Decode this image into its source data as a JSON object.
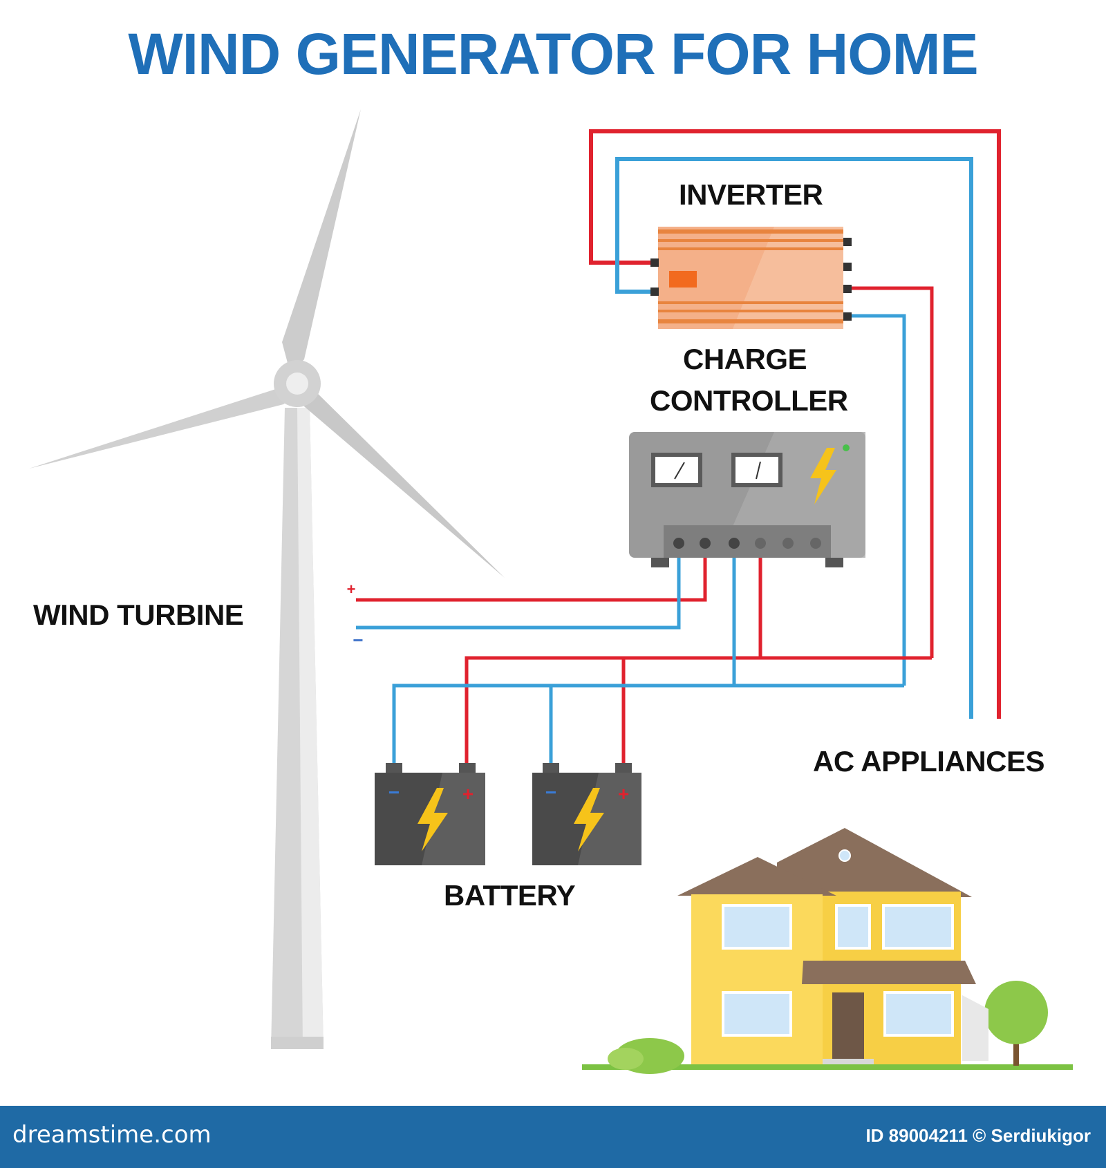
{
  "title": "WIND GENERATOR FOR HOME",
  "labels": {
    "inverter": "INVERTER",
    "charge_controller_line1": "CHARGE",
    "charge_controller_line2": "CONTROLLER",
    "wind_turbine": "WIND TURBINE",
    "ac_appliances": "AC APPLIANCES",
    "battery": "BATTERY",
    "plus": "+",
    "minus": "−"
  },
  "footer": {
    "site": "dreamstime.com",
    "id_text": "ID 89004211 © Serdiukigor"
  },
  "colors": {
    "title": "#1f6fb8",
    "positive_wire": "#e0222e",
    "negative_wire": "#3aa0d8",
    "inverter_body": "#f4b089",
    "controller_body": "#9a9a9a",
    "battery_body": "#4a4a4a",
    "house_wall": "#f7cf45",
    "footer_bg": "#1f6aa5"
  }
}
